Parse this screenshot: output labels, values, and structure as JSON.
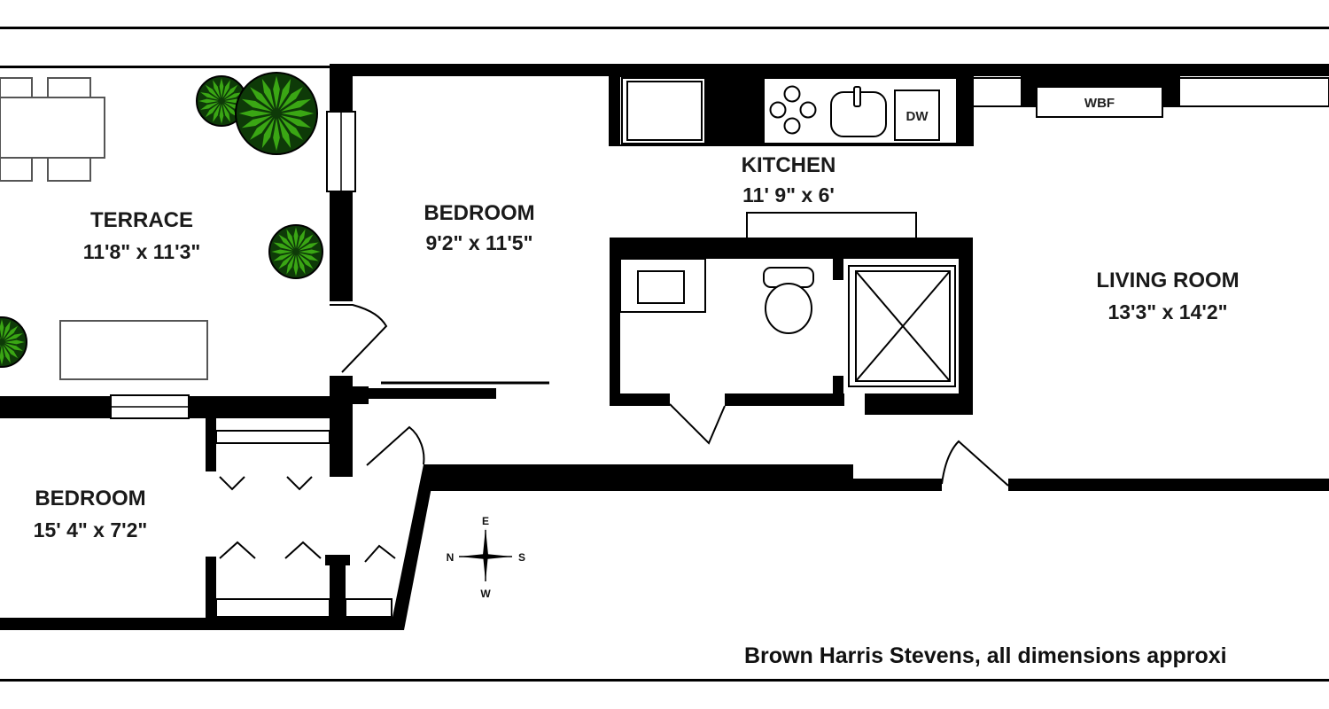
{
  "rooms": {
    "terrace": {
      "name": "TERRACE",
      "dims": "11'8\" x 11'3\""
    },
    "bedroom_main": {
      "name": "BEDROOM",
      "dims": "9'2\" x 11'5\""
    },
    "kitchen": {
      "name": "KITCHEN",
      "dims": "11' 9\" x 6'"
    },
    "living_room": {
      "name": "LIVING ROOM",
      "dims": "13'3\" x 14'2\""
    },
    "bedroom_small": {
      "name": "BEDROOM",
      "dims": "15' 4\" x 7'2\""
    }
  },
  "fixtures": {
    "dishwasher": "DW",
    "fireplace": "WBF"
  },
  "compass": {
    "north": "N",
    "south": "S",
    "east": "E",
    "west": "W"
  },
  "credit": "Brown Harris Stevens, all dimensions approxi",
  "colors": {
    "wall": "#000000",
    "plant_leaf": "#3aa614",
    "plant_dark": "#0e3a08",
    "background": "#ffffff"
  }
}
